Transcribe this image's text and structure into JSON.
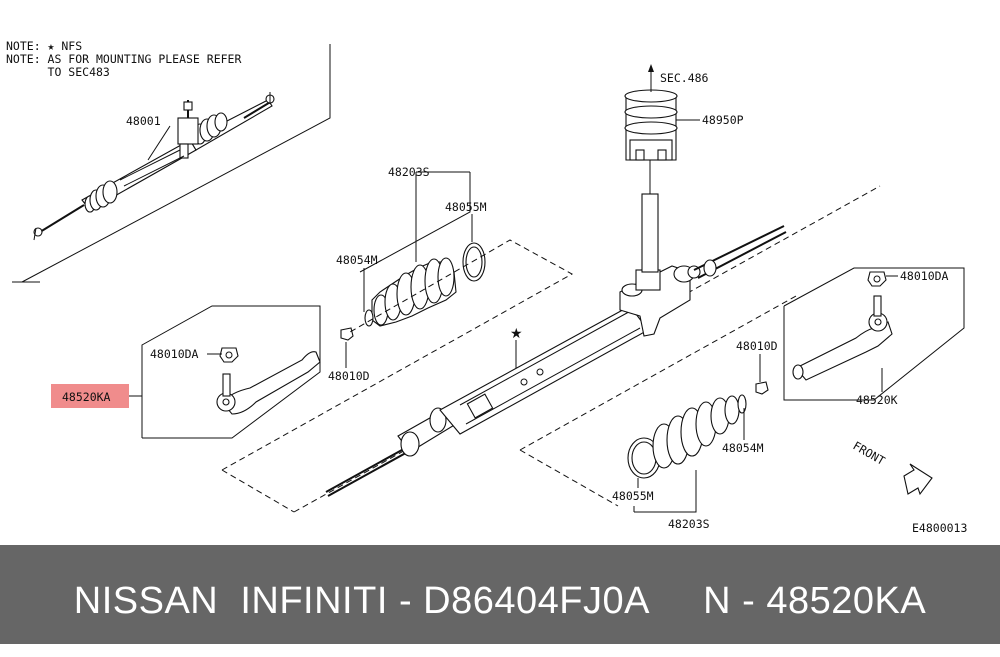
{
  "diagram": {
    "notes": [
      "NOTE: ★ NFS",
      "NOTE: AS FOR MOUNTING PLEASE REFER",
      "      TO SEC483"
    ],
    "labels": {
      "assy": "48001",
      "sec_ref": "SEC.486",
      "col_cover": "48950P",
      "boot_left": "48203S",
      "band_left": "48055M",
      "clamp_left": "48054M",
      "nut_left_small": "48010D",
      "nut_left_end": "48010DA",
      "tie_rod_left": "48520KA",
      "star": "★",
      "nut_right_small": "48010D",
      "clamp_right": "48054M",
      "band_right": "48055M",
      "boot_right": "48203S",
      "nut_right_end": "48010DA",
      "tie_rod_right": "48520K",
      "front": "FRONT",
      "figure_code": "E4800013"
    },
    "highlight_color": "#f08c8c"
  },
  "footer": {
    "text": "NISSAN  INFINITI - D86404FJ0A     N - 48520KA",
    "background": "#666666",
    "color": "#ffffff"
  }
}
